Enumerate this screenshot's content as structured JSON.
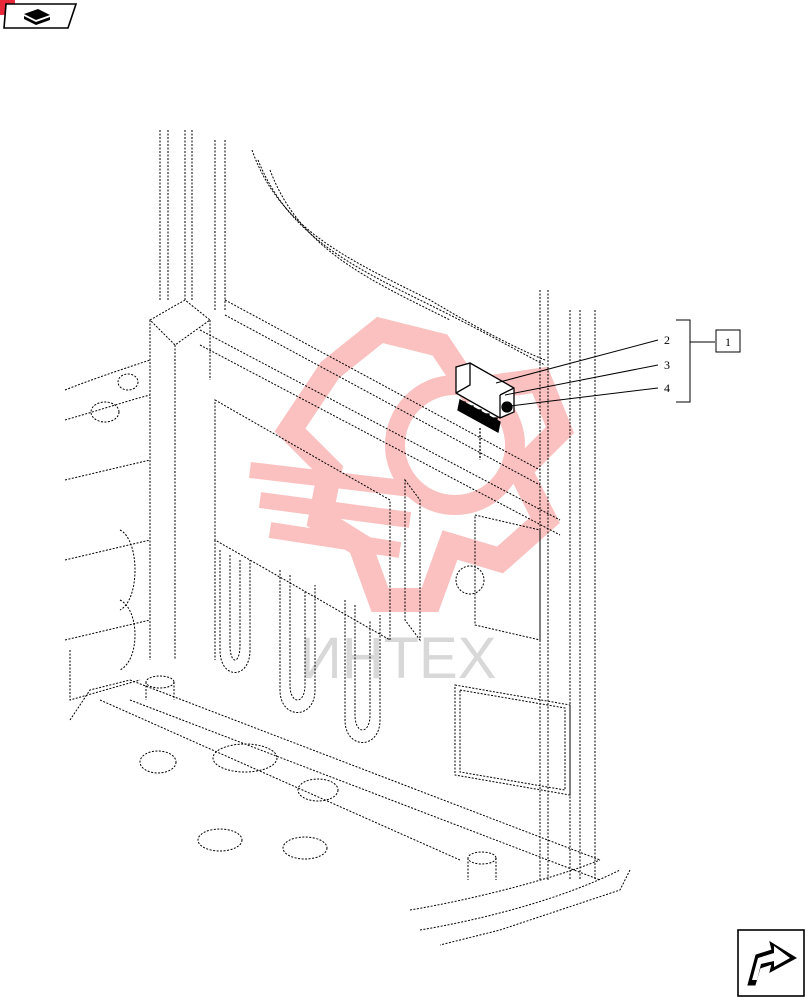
{
  "diagram": {
    "type": "exploded-parts-view",
    "callouts": {
      "item_2": "2",
      "item_3": "3",
      "item_4": "4",
      "group_ref": "1"
    },
    "watermark": {
      "text": "ИНТЕХ",
      "color": "#f44c4c"
    },
    "icons": {
      "top_left": "section-book-icon",
      "bottom_right": "navigation-arrow-icon"
    },
    "colors": {
      "line": "#000000",
      "badge": "#e8293a"
    }
  }
}
